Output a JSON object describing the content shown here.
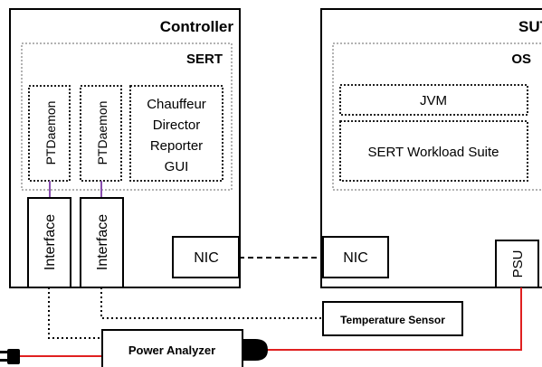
{
  "controller": {
    "title": "Controller",
    "sert_label": "SERT",
    "ptdaemon_1": "PTDaemon",
    "ptdaemon_2": "PTDaemon",
    "components": [
      "Chauffeur",
      "Director",
      "Reporter",
      "GUI"
    ],
    "interface_1": "Interface",
    "interface_2": "Interface",
    "nic": "NIC"
  },
  "sut": {
    "title": "SUT",
    "os_label": "OS",
    "jvm": "JVM",
    "workload": "SERT Workload Suite",
    "nic": "NIC",
    "psu": "PSU"
  },
  "temperature_sensor": "Temperature Sensor",
  "power_analyzer": "Power Analyzer",
  "colors": {
    "power_line": "#e02020",
    "ptd_link": "#8a4fb0",
    "border": "#000000"
  }
}
